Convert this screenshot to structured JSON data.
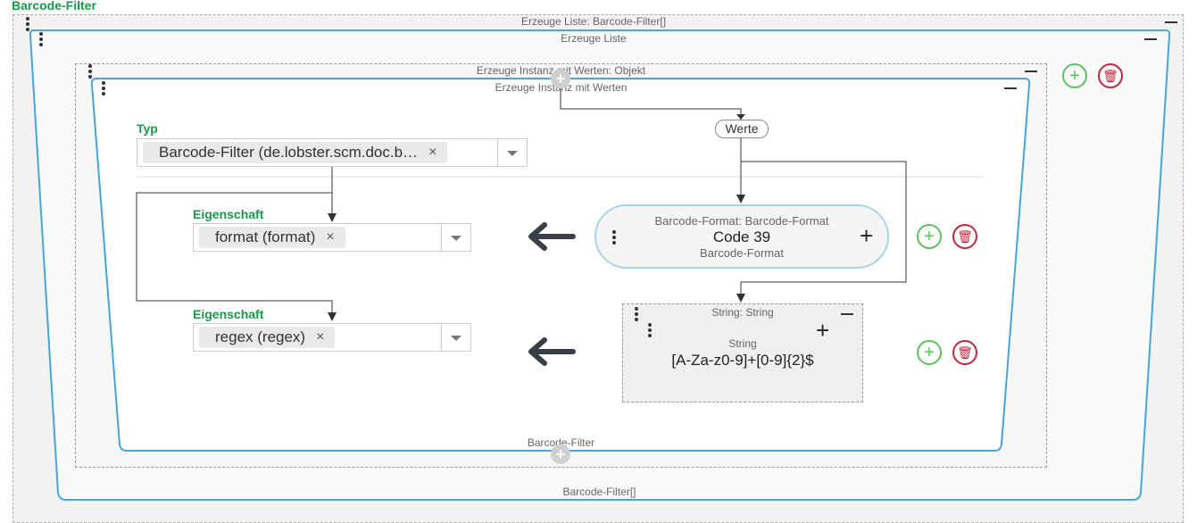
{
  "title": "Barcode-Filter",
  "outer": {
    "list_label": "Erzeuge Liste: Barcode-Filter[]",
    "list_inner_label": "Erzeuge Liste",
    "list_bottom_label": "Barcode-Filter[]"
  },
  "instance": {
    "label": "Erzeuge Instanz mit Werten: Objekt",
    "inner_label": "Erzeuge Instanz mit Werten",
    "bottom_label": "Barcode-Filter",
    "werte_label": "Werte"
  },
  "type_field": {
    "label": "Typ",
    "value": "Barcode-Filter (de.lobster.scm.doc.b…",
    "clear": "×"
  },
  "properties": [
    {
      "label": "Eigenschaft",
      "value": "format (format)",
      "clear": "×"
    },
    {
      "label": "Eigenschaft",
      "value": "regex (regex)",
      "clear": "×"
    }
  ],
  "barcode_format": {
    "header": "Barcode-Format: Barcode-Format",
    "value": "Code 39",
    "footer": "Barcode-Format",
    "plus": "+"
  },
  "string_node": {
    "header": "String: String",
    "type": "String",
    "value": "[A-Za-z0-9]+[0-9]{2}$",
    "plus": "+"
  },
  "icons": {
    "add": "+",
    "delete": "🗑",
    "arrow_left": "🡐",
    "gray_plus": "+"
  },
  "colors": {
    "accent_green": "#1a9a47",
    "frame_blue": "#45a7d9",
    "delete_red": "#c0283d",
    "add_green": "#5cc35c"
  }
}
